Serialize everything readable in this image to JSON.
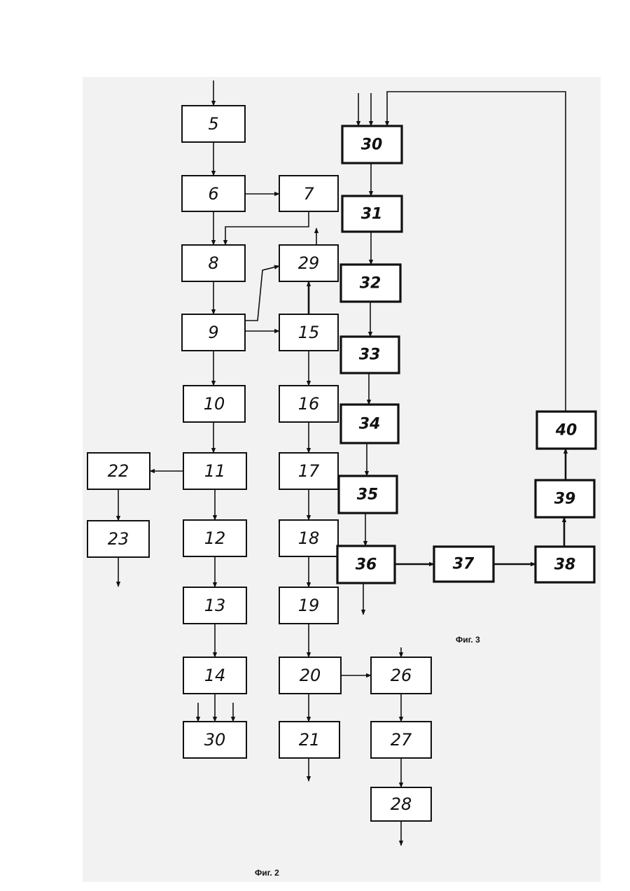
{
  "figures": {
    "fig2": {
      "caption": "Фиг. 2",
      "blocks": {
        "b5": "5",
        "b6": "6",
        "b7": "7",
        "b8": "8",
        "b29": "29",
        "b9": "9",
        "b15": "15",
        "b10": "10",
        "b16": "16",
        "b22": "22",
        "b11": "11",
        "b17": "17",
        "b23": "23",
        "b12": "12",
        "b18": "18",
        "b13": "13",
        "b19": "19",
        "b14": "14",
        "b20": "20",
        "b26": "26",
        "b30": "30",
        "b21": "21",
        "b27": "27",
        "b28": "28"
      }
    },
    "fig3": {
      "caption": "Фиг. 3",
      "blocks": {
        "b30": "30",
        "b31": "31",
        "b32": "32",
        "b33": "33",
        "b34": "34",
        "b35": "35",
        "b36": "36",
        "b37": "37",
        "b38": "38",
        "b39": "39",
        "b40": "40"
      }
    }
  }
}
